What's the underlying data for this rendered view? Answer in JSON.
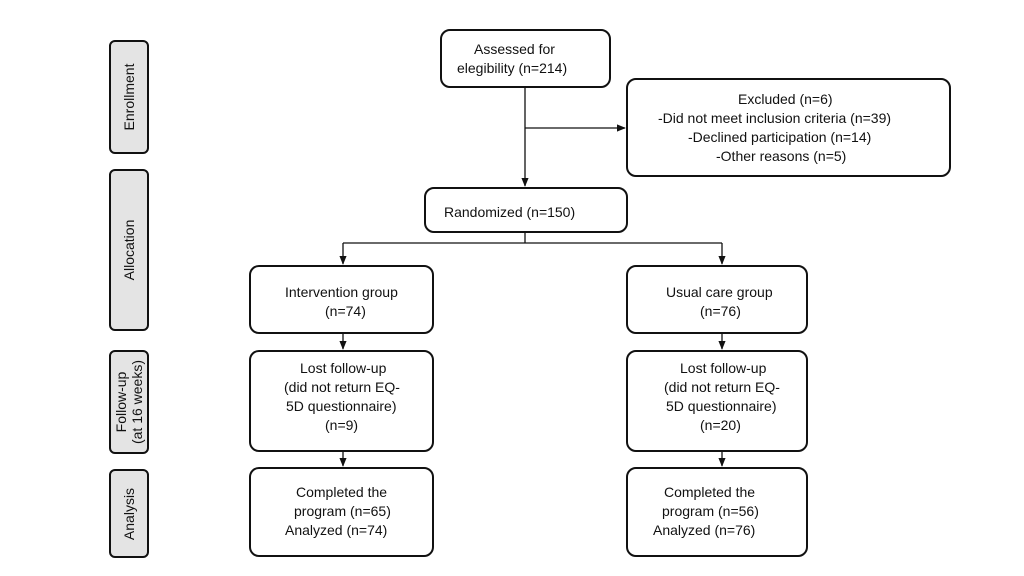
{
  "stages": {
    "enrollment": "Enrollment",
    "allocation": "Allocation",
    "followup_line1": "Follow-up",
    "followup_line2": "(at 16 weeks)",
    "analysis": "Analysis"
  },
  "boxes": {
    "assessed": {
      "line1": "Assessed for",
      "line2": "elegibility (n=214)"
    },
    "excluded": {
      "line1": "Excluded (n=6)",
      "line2": "-Did not meet inclusion criteria (n=39)",
      "line3": "-Declined participation (n=14)",
      "line4": "-Other reasons (n=5)"
    },
    "randomized": {
      "line1": "Randomized (n=150)"
    },
    "intervention": {
      "line1": "Intervention group",
      "line2": "(n=74)"
    },
    "usual_care": {
      "line1": "Usual care group",
      "line2": "(n=76)"
    },
    "lost_intervention": {
      "line1": "Lost follow-up",
      "line2": "(did not return EQ-",
      "line3": "5D questionnaire)",
      "line4": "(n=9)"
    },
    "lost_usual": {
      "line1": "Lost follow-up",
      "line2": "(did not return EQ-",
      "line3": "5D questionnaire)",
      "line4": "(n=20)"
    },
    "analysis_intervention": {
      "line1": "Completed the",
      "line2": "program (n=65)",
      "line3": "Analyzed (n=74)"
    },
    "analysis_usual": {
      "line1": "Completed the",
      "line2": "program (n=56)",
      "line3": "Analyzed (n=76)"
    }
  }
}
